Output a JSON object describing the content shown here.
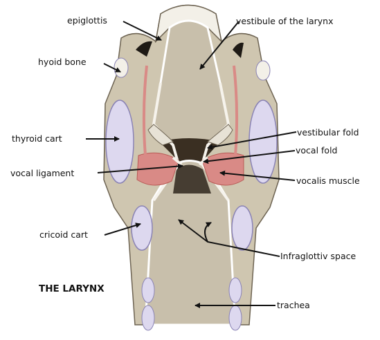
{
  "figure": {
    "title": "THE LARYNX",
    "labels": {
      "epiglottis": "epiglottis",
      "vestibule": "vestibule of the larynx",
      "hyoid": "hyoid bone",
      "thyroid": "thyroid cart",
      "vestibular_fold": "vestibular fold",
      "vocal_fold": "vocal fold",
      "vocal_ligament": "vocal ligament",
      "vocalis": "vocalis muscle",
      "cricoid": "cricoid cart",
      "infraglottic": "Infraglottiv space",
      "trachea": "trachea"
    }
  },
  "colors": {
    "tissue": "#cfc6b0",
    "mucosa": "#e7e2d6",
    "cartilage": "#ddd8ef",
    "cartilage_edge": "#8a83b5",
    "muscle": "#d98a86",
    "muscle_dark": "#b85a55",
    "cavity": "#c8bfab",
    "glottis": "#3a2f22",
    "line": "#111111"
  }
}
